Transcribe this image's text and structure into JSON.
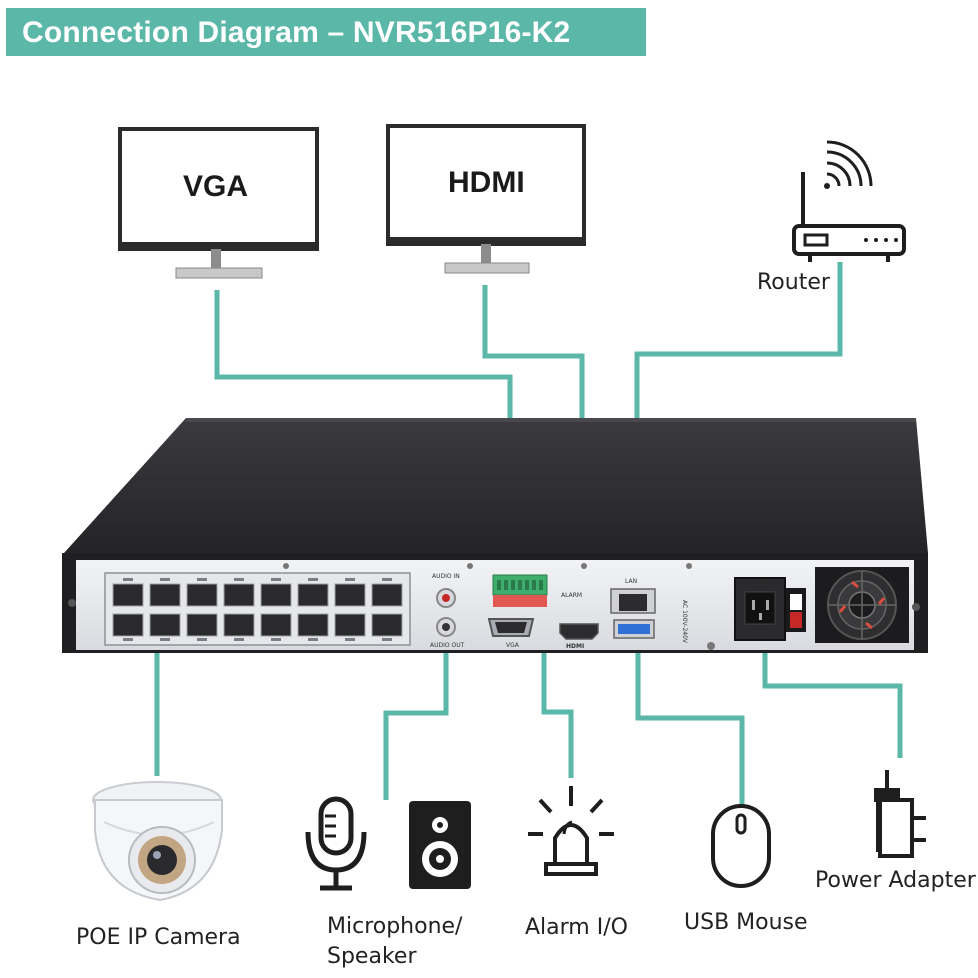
{
  "title": "Connection Diagram – NVR516P16-K2",
  "monitors": {
    "vga": "VGA",
    "hdmi": "HDMI"
  },
  "devices": {
    "router": "Router",
    "camera": "POE IP Camera",
    "microphone_line1": "Microphone/",
    "microphone_line2": "Speaker",
    "alarm": "Alarm I/O",
    "mouse": "USB Mouse",
    "power": "Power Adapter"
  },
  "nvr_panel": {
    "audio_in": "AUDIO IN",
    "audio_out": "AUDIO OUT",
    "vga": "VGA",
    "hdmi": "HDMI",
    "alarm": "ALARM",
    "lan": "LAN",
    "power_rating": "AC 100V-240V"
  },
  "colors": {
    "connector": "#5bb8a9",
    "banner": "#5bb8a9",
    "nvr_body": "#2d2d30"
  }
}
